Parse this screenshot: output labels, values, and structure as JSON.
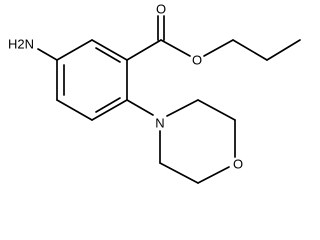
{
  "diagram": {
    "type": "skeletal-structure",
    "atoms": {
      "amine": "H2N",
      "carbonyl_oxygen": "O",
      "ester_oxygen": "O",
      "morpholine_nitrogen": "N",
      "morpholine_oxygen": "O"
    },
    "colors": {
      "bond": "#000000",
      "label": "#000000",
      "background": "#ffffff"
    }
  }
}
